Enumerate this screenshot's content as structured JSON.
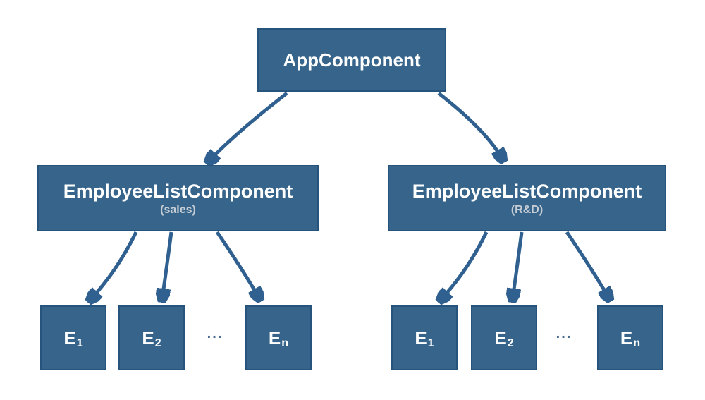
{
  "diagram": {
    "root": {
      "label": "AppComponent"
    },
    "branches": [
      {
        "title": "EmployeeListComponent",
        "subtitle": "(sales)",
        "ellipsis": "...",
        "children": [
          {
            "base": "E",
            "sub": "1"
          },
          {
            "base": "E",
            "sub": "2"
          },
          {
            "base": "E",
            "sub": "n"
          }
        ]
      },
      {
        "title": "EmployeeListComponent",
        "subtitle": "(R&D)",
        "ellipsis": "...",
        "children": [
          {
            "base": "E",
            "sub": "1"
          },
          {
            "base": "E",
            "sub": "2"
          },
          {
            "base": "E",
            "sub": "n"
          }
        ]
      }
    ],
    "colors": {
      "box-fill": "#36648B",
      "box-border": "#26547C",
      "arrow": "#306090",
      "box-text": "#FFFFFF",
      "subtitle-text": "#C7CDD4",
      "background": "#FFFFFF",
      "dots": "#46688E"
    }
  }
}
